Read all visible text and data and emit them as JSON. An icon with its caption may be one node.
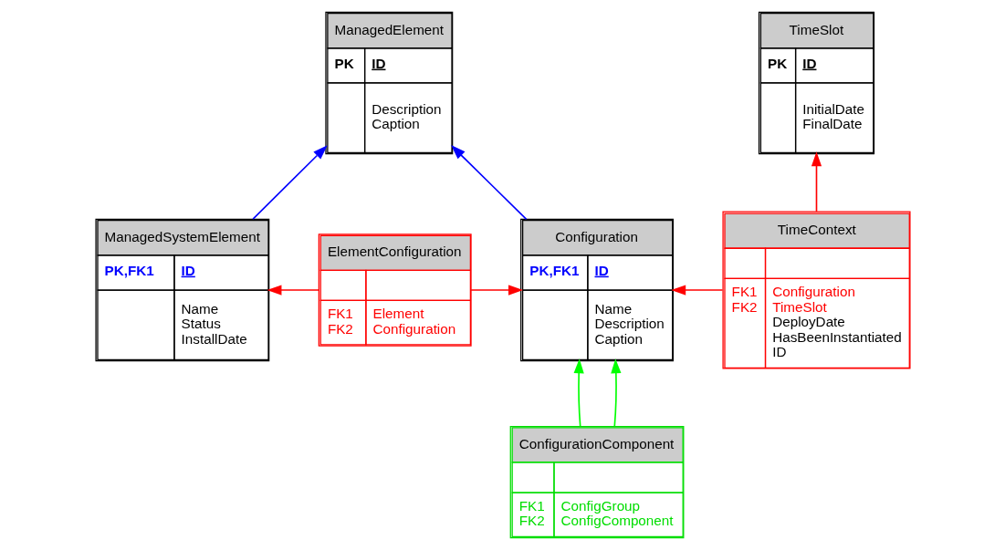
{
  "diagram": {
    "nodes": [
      {
        "text": [
          "ManagedElement",
          "PK",
          "ID",
          "Description Caption"
        ]
      },
      {
        "text": [
          "TimeSlot",
          "PK",
          "ID",
          "InitialDate FinalDate"
        ]
      },
      {
        "text": [
          "TimeContext",
          "FK1 FK2",
          "Configuration TimeSlot DeployDate HasBeenInstantiated ID"
        ]
      },
      {
        "text": [
          "ManagedSystemElement",
          "PK,FK1",
          "ID",
          "Name Status InstallDate"
        ]
      },
      {
        "text": [
          "Configuration",
          "PK,FK1",
          "ID",
          "Name Description Caption"
        ]
      },
      {
        "text": [
          "ElementConfiguration",
          "FK1 FK2",
          "Element Configuration"
        ]
      },
      {
        "text": [
          "ConfigurationComponent",
          "FK1 FK2",
          "ConfigGroup ConfigComponent"
        ]
      }
    ],
    "edges": [
      {
        "from": 3,
        "to": 0,
        "arrow": "to",
        "color": "#0000ff"
      },
      {
        "from": 4,
        "to": 0,
        "arrow": "to",
        "color": "#0000ff"
      },
      {
        "from": 2,
        "to": 1,
        "arrow": "to"
      },
      {
        "from": 2,
        "to": 4,
        "arrow": "to"
      },
      {
        "from": 5,
        "to": 3,
        "arrow": "to"
      },
      {
        "from": 5,
        "to": 4,
        "arrow": "to"
      },
      {
        "from": 6,
        "to": 4,
        "arrow": "to",
        "color": "#00ff00"
      },
      {
        "from": 6,
        "to": 4,
        "arrow": "to",
        "color": "#00ff00"
      }
    ]
  }
}
